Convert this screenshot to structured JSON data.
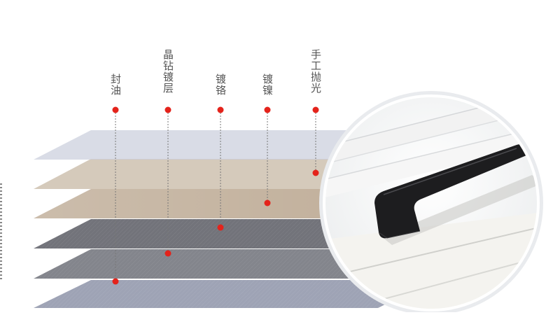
{
  "layers": [
    {
      "label": "封油"
    },
    {
      "label": "晶钻镀层"
    },
    {
      "label": "镀铬"
    },
    {
      "label": "镀镍"
    },
    {
      "label": "手工抛光"
    }
  ],
  "colors": {
    "dot": "#e4231b",
    "label": "#555555",
    "layer_top": "#c9cddb",
    "layer_beige": "#c7b8a4",
    "layer_tan": "#b09a80",
    "layer_dark": "#5e6068",
    "layer_mid": "#6d7078",
    "layer_bottom": "#8d93a8",
    "handle": "#1d1d1f"
  },
  "icons": {
    "annotation-marker": "red-dot",
    "product": "black-cabinet-handle"
  }
}
